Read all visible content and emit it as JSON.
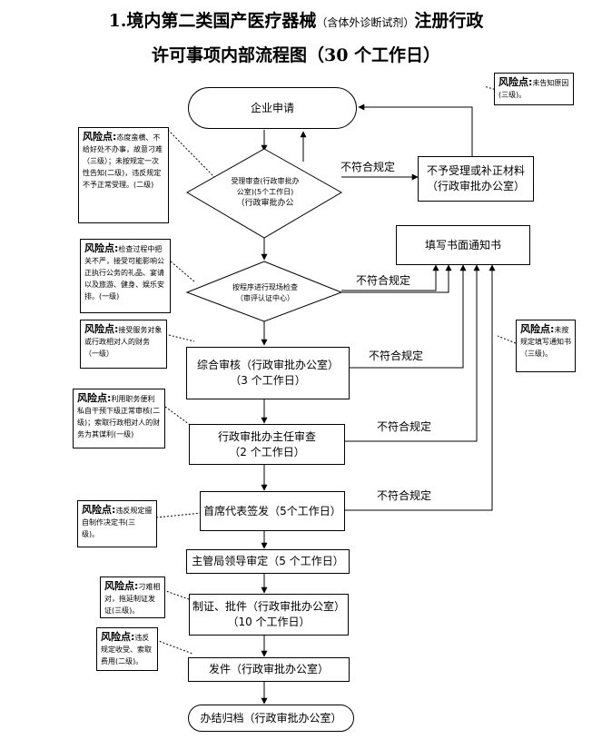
{
  "title": {
    "line1_main": "1.境内第二类国产医疗器械",
    "line1_note": "（含体外诊断试剂）",
    "line1_tail": "注册行政",
    "line2": "许可事项内部流程图（30 个工作日）"
  },
  "nodes": {
    "apply": "企业申请",
    "accept_line1": "受理审查(行政审批办",
    "accept_line2": "公室)(5个工作日)",
    "accept_line3": "（行政审批办公",
    "reject_box_line1": "不予受理或补正材料",
    "reject_box_line2": "（行政审批办公室）",
    "notice": "填写书面通知书",
    "inspect_line1": "按程序进行现场检查",
    "inspect_line2": "（审评认证中心）",
    "review_line1": "综合审核（行政审批办公室）",
    "review_line2": "（3 个工作日）",
    "director_line1": "行政审批办主任审查",
    "director_line2": "（2 个工作日）",
    "chief": "首席代表签发（5个工作日）",
    "bureau": "主管局领导审定（5 个工作日）",
    "make_line1": "制证、批件（行政审批办公室）",
    "make_line2": "（10 个工作日）",
    "issue": "发件（行政审批办公室）",
    "archive": "办结归档（行政审批办公室）"
  },
  "labels": {
    "noncompliant": "不符合规定"
  },
  "risks": {
    "heading": "风险点:",
    "r1": "态度蛮横、不给好处不办事，故意刁难（三级）；未按规定一次性告知(二级)，违反规定不予正常受理。(二级)",
    "r2": "未告知原因(三级)。",
    "r3": "检查过程中把关不严，接受可能影响公正执行公务的礼品、宴请以及旅游、健身、娱乐安排。(一级)",
    "r4": "接受服务对象或行政相对人的财务（一级）",
    "r5": "未按规定填写通知书（三级)。",
    "r6": "利用职务便利私自干预下级正常审核(二级)；索取行政相对人的财务为其谋利(一级)",
    "r7": "违反规定擅自制作决定书(三级)。",
    "r8": "刁难相对，拖延制证发证(三级)。",
    "r9": "违反规定收受、索取费用(二级)。"
  }
}
